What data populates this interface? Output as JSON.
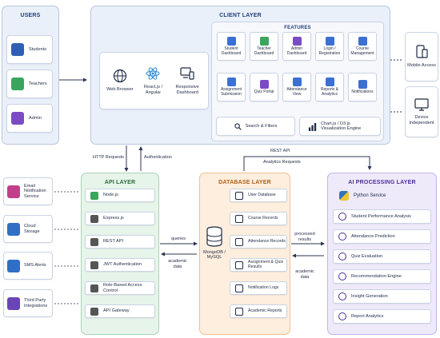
{
  "users": {
    "title": "USERS",
    "items": [
      {
        "label": "Students",
        "icon": "student-icon"
      },
      {
        "label": "Teachers",
        "icon": "teacher-icon"
      },
      {
        "label": "Admin",
        "icon": "admin-icon"
      }
    ]
  },
  "client": {
    "title": "CLIENT LAYER",
    "tech": [
      {
        "label": "Web Browser",
        "icon": "globe-icon"
      },
      {
        "label": "React.js / Angular",
        "icon": "react-icon"
      },
      {
        "label": "Responsive Dashboard",
        "icon": "devices-icon"
      }
    ],
    "features_title": "FEATURES",
    "features": [
      {
        "label": "Student Dashboard",
        "icon": "student-icon",
        "color": "#3b6fd4"
      },
      {
        "label": "Teacher Dashboard",
        "icon": "teacher-icon",
        "color": "#3aa55d"
      },
      {
        "label": "Admin Dashboard",
        "icon": "admin-icon",
        "color": "#7b4bc4"
      },
      {
        "label": "Login / Registration",
        "icon": "key-icon",
        "color": "#3b6fd4"
      },
      {
        "label": "Course Management",
        "icon": "mortarboard-icon",
        "color": "#3b6fd4"
      },
      {
        "label": "Assignment Submission",
        "icon": "mortarboard-icon",
        "color": "#3b6fd4"
      },
      {
        "label": "Quiz Portal",
        "icon": "quiz-icon",
        "color": "#7b4bc4"
      },
      {
        "label": "Attendance View",
        "icon": "calendar-icon",
        "color": "#3b6fd4"
      },
      {
        "label": "Reports & Analytics",
        "icon": "report-icon",
        "color": "#3b6fd4"
      },
      {
        "label": "Notifications",
        "icon": "bell-icon",
        "color": "#3b6fd4"
      }
    ],
    "search_label": "Search & Filters",
    "chart_label": "Chart.js / D3.js Visualization Engine"
  },
  "devices": [
    {
      "label": "Mobile Access",
      "icon": "mobile-icon"
    },
    {
      "label": "Device Independent",
      "icon": "monitor-icon"
    }
  ],
  "edges": {
    "http_requests": "HTTP Requests",
    "authentication": "Authentication",
    "rest_api": "REST API",
    "analytics_requests": "Analytics Requests",
    "queries": "queries",
    "academic_data_1": "academic data",
    "processed_results": "processed results",
    "academic_data_2": "academic data"
  },
  "services": [
    {
      "label": "Email Notification Service",
      "icon": "mail-icon",
      "color": "#c2408a"
    },
    {
      "label": "Cloud Storage",
      "icon": "cloud-icon",
      "color": "#2f6fc6"
    },
    {
      "label": "SMS Alerts",
      "icon": "sms-icon",
      "color": "#2f6fc6"
    },
    {
      "label": "Third Party Integrations",
      "icon": "puzzle-icon",
      "color": "#6a45b8"
    }
  ],
  "api": {
    "title": "API LAYER",
    "items": [
      {
        "label": "Node.js",
        "icon": "nodejs-icon",
        "color": "#3aa55d"
      },
      {
        "label": "Express.js",
        "icon": "express-icon",
        "color": "#555555"
      },
      {
        "label": "REST API",
        "icon": "cloud-icon",
        "color": "#555555"
      },
      {
        "label": "JWT Authentication",
        "icon": "shield-icon",
        "color": "#555555"
      },
      {
        "label": "Role-Based Access Control",
        "icon": "users-icon",
        "color": "#555555"
      },
      {
        "label": "API Gateway",
        "icon": "gear-icon",
        "color": "#555555"
      }
    ]
  },
  "database": {
    "title": "DATABASE LAYER",
    "engine_label": "MongoDB / MySQL",
    "items": [
      {
        "label": "User Database",
        "icon": "users-icon"
      },
      {
        "label": "Course Records",
        "icon": "book-icon"
      },
      {
        "label": "Attendance Records",
        "icon": "calendar-icon"
      },
      {
        "label": "Assignment & Quiz Results",
        "icon": "clipboard-icon"
      },
      {
        "label": "Notification Logs",
        "icon": "bell-icon"
      },
      {
        "label": "Academic Reports",
        "icon": "report-icon"
      }
    ]
  },
  "ai": {
    "title": "AI PROCESSING LAYER",
    "service_label": "Python Service",
    "items": [
      {
        "label": "Student Performance Analysis",
        "icon": "trend-icon"
      },
      {
        "label": "Attendance Prediction",
        "icon": "calendar-icon"
      },
      {
        "label": "Quiz Evaluation",
        "icon": "question-icon"
      },
      {
        "label": "Recommendation Engine",
        "icon": "bulb-icon"
      },
      {
        "label": "Insight Generation",
        "icon": "eye-icon"
      },
      {
        "label": "Report Analytics",
        "icon": "bar-chart-icon"
      }
    ]
  }
}
